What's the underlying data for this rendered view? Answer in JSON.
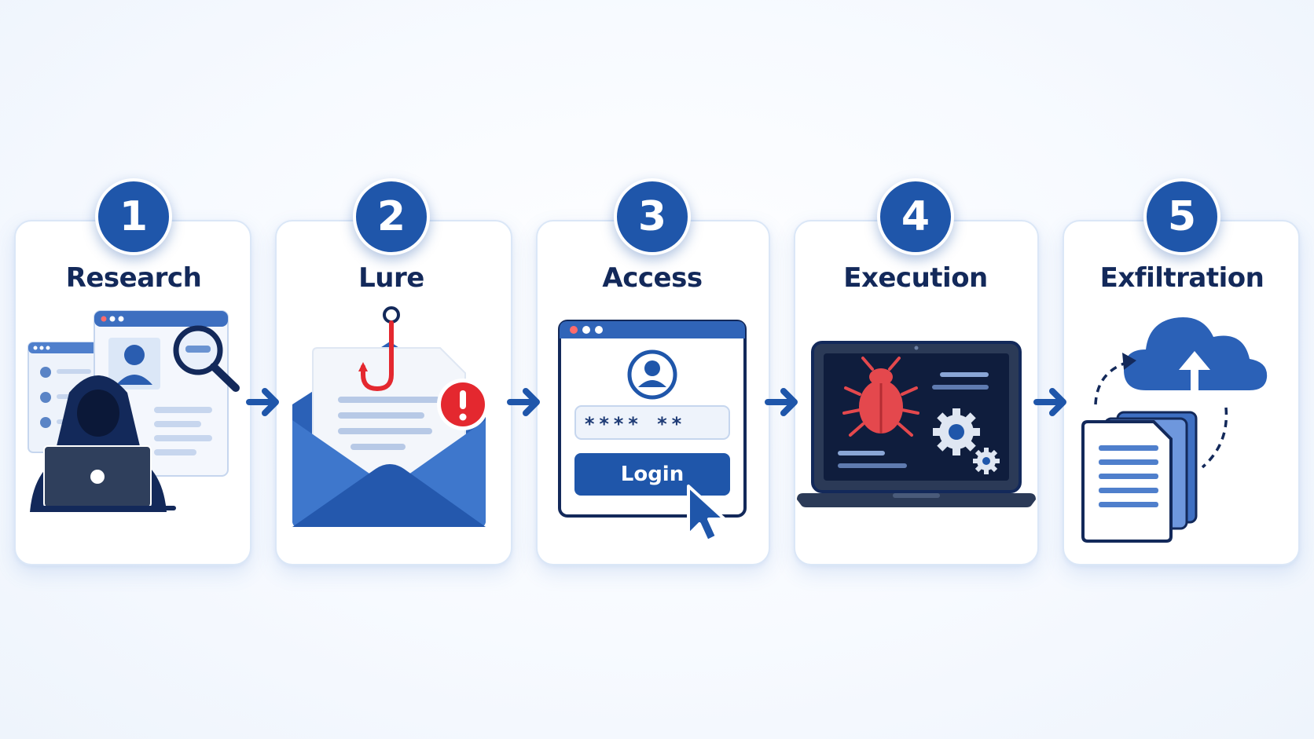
{
  "steps": [
    {
      "number": "1",
      "title": "Research"
    },
    {
      "number": "2",
      "title": "Lure"
    },
    {
      "number": "3",
      "title": "Access"
    },
    {
      "number": "4",
      "title": "Execution"
    },
    {
      "number": "5",
      "title": "Exfiltration"
    }
  ],
  "access": {
    "password_mask": "**** **",
    "login_label": "Login"
  },
  "icons": {
    "research": [
      "hooded-hacker-icon",
      "laptop-icon",
      "profile-window-icon",
      "magnifier-icon"
    ],
    "lure": [
      "email-envelope-icon",
      "fishing-hook-icon",
      "alert-icon"
    ],
    "access": [
      "browser-window-icon",
      "user-avatar-icon",
      "password-field",
      "login-button",
      "cursor-icon"
    ],
    "execution": [
      "laptop-icon",
      "bug-icon",
      "gears-icon"
    ],
    "exfiltration": [
      "cloud-upload-icon",
      "documents-icon"
    ]
  },
  "colors": {
    "primary": "#1f56aa",
    "navy": "#13295a",
    "alert_red": "#e4282f",
    "card_border": "#dbe7f7"
  }
}
